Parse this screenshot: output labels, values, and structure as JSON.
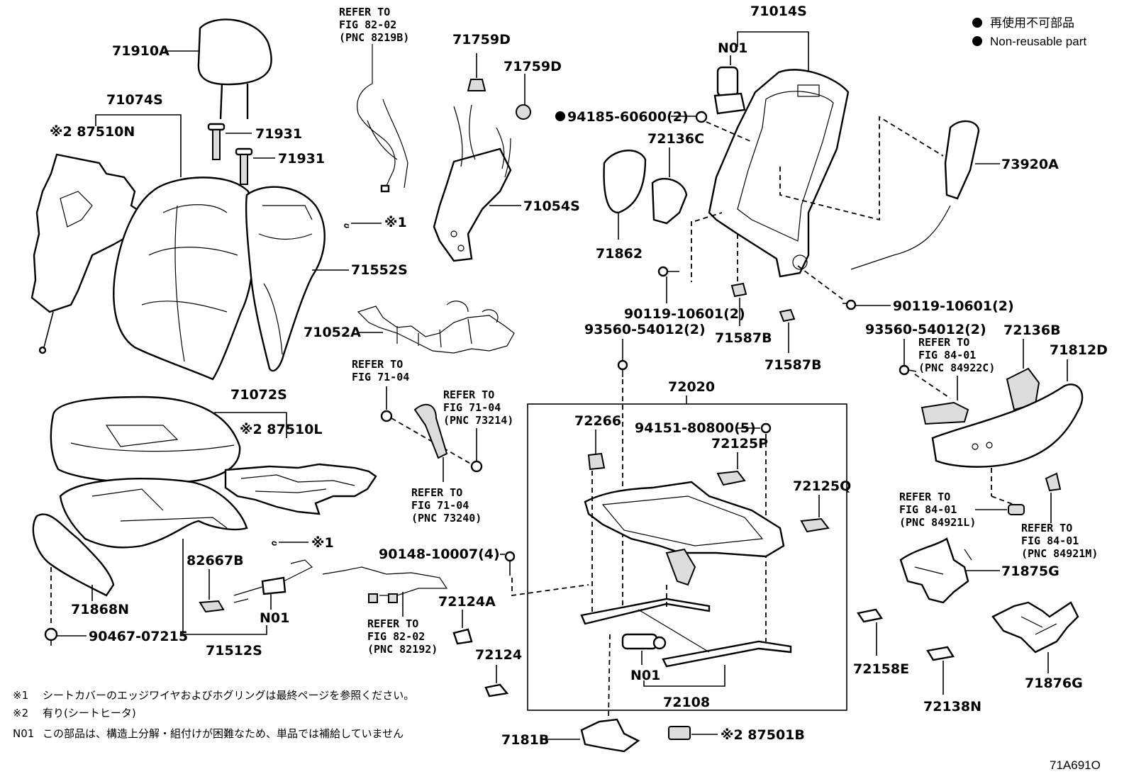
{
  "legend": {
    "jp": "再使用不可部品",
    "en": "Non-reusable part"
  },
  "labels": {
    "headrest": "71910A",
    "back_cover_asm": "71074S",
    "heater_back": "※2 87510N",
    "support_1": "71931",
    "support_2": "71931",
    "back_pad": "71552S",
    "wire_note_1": "※1",
    "wire_note_2": "※1",
    "back_spring": "71052A",
    "cushion_cover_asm": "71072S",
    "heater_cushion": "※2 87510L",
    "shield_cushion": "71868N",
    "clip_bottom": "90467-07215",
    "sensor_82667B": "82667B",
    "n01_left": "N01",
    "cushion_sub": "71512S",
    "cap_71759_1": "71759D",
    "cap_71759_2": "71759D",
    "lumbar": "71054S",
    "recliner_frame": "71014S",
    "n01_top": "N01",
    "nut_94185": "94185-60600(2)",
    "cover_72136C": "72136C",
    "cover_71862": "71862",
    "bolt_90119_a": "90119-10601(2)",
    "clip_71587_a": "71587B",
    "clip_71587_b": "71587B",
    "bolt_90119_b": "90119-10601(2)",
    "airbag": "73920A",
    "screw_93560_a": "93560-54012(2)",
    "screw_93560_b": "93560-54012(2)",
    "track_asm": "72020",
    "bracket_72266": "72266",
    "nut_94151": "94151-80800(5)",
    "link_72125P": "72125P",
    "link_72125Q": "72125Q",
    "bolt_90148": "90148-10007(4)",
    "bracket_72124A": "72124A",
    "bracket_72124": "72124",
    "n01_bottom": "N01",
    "track_72108": "72108",
    "bracket_7181B": "7181B",
    "heater_87501B": "※2 87501B",
    "cover_72136B": "72136B",
    "shield_71812D": "71812D",
    "cover_71875G": "71875G",
    "cover_71876G": "71876G",
    "clip_72158E": "72158E",
    "clip_72138N": "72138N"
  },
  "refers": {
    "fig82_02_top": [
      "REFER TO",
      "FIG 82-02",
      "(PNC 8219B)"
    ],
    "fig71_04_a": [
      "REFER TO",
      "FIG 71-04"
    ],
    "fig71_04_b": [
      "REFER TO",
      "FIG 71-04",
      "(PNC 73214)"
    ],
    "fig71_04_c": [
      "REFER TO",
      "FIG 71-04",
      "(PNC 73240)"
    ],
    "fig82_02_bottom": [
      "REFER TO",
      "FIG 82-02",
      "(PNC 82192)"
    ],
    "fig84_01_a": [
      "REFER TO",
      "FIG 84-01",
      "(PNC 84922C)"
    ],
    "fig84_01_b": [
      "REFER TO",
      "FIG 84-01",
      "(PNC 84921L)"
    ],
    "fig84_01_c": [
      "REFER TO",
      "FIG 84-01",
      "(PNC 84921M)"
    ]
  },
  "notes": [
    {
      "mark": "※1",
      "text": "シートカバーのエッジワイヤおよびホグリングは最終ページを参照ください。"
    },
    {
      "mark": "※2",
      "text": "有り(シートヒータ)"
    },
    {
      "mark": "N01",
      "text": "この部品は、構造上分解・組付けが困難なため、単品では補給していません"
    }
  ],
  "diagram_code": "71A691O"
}
